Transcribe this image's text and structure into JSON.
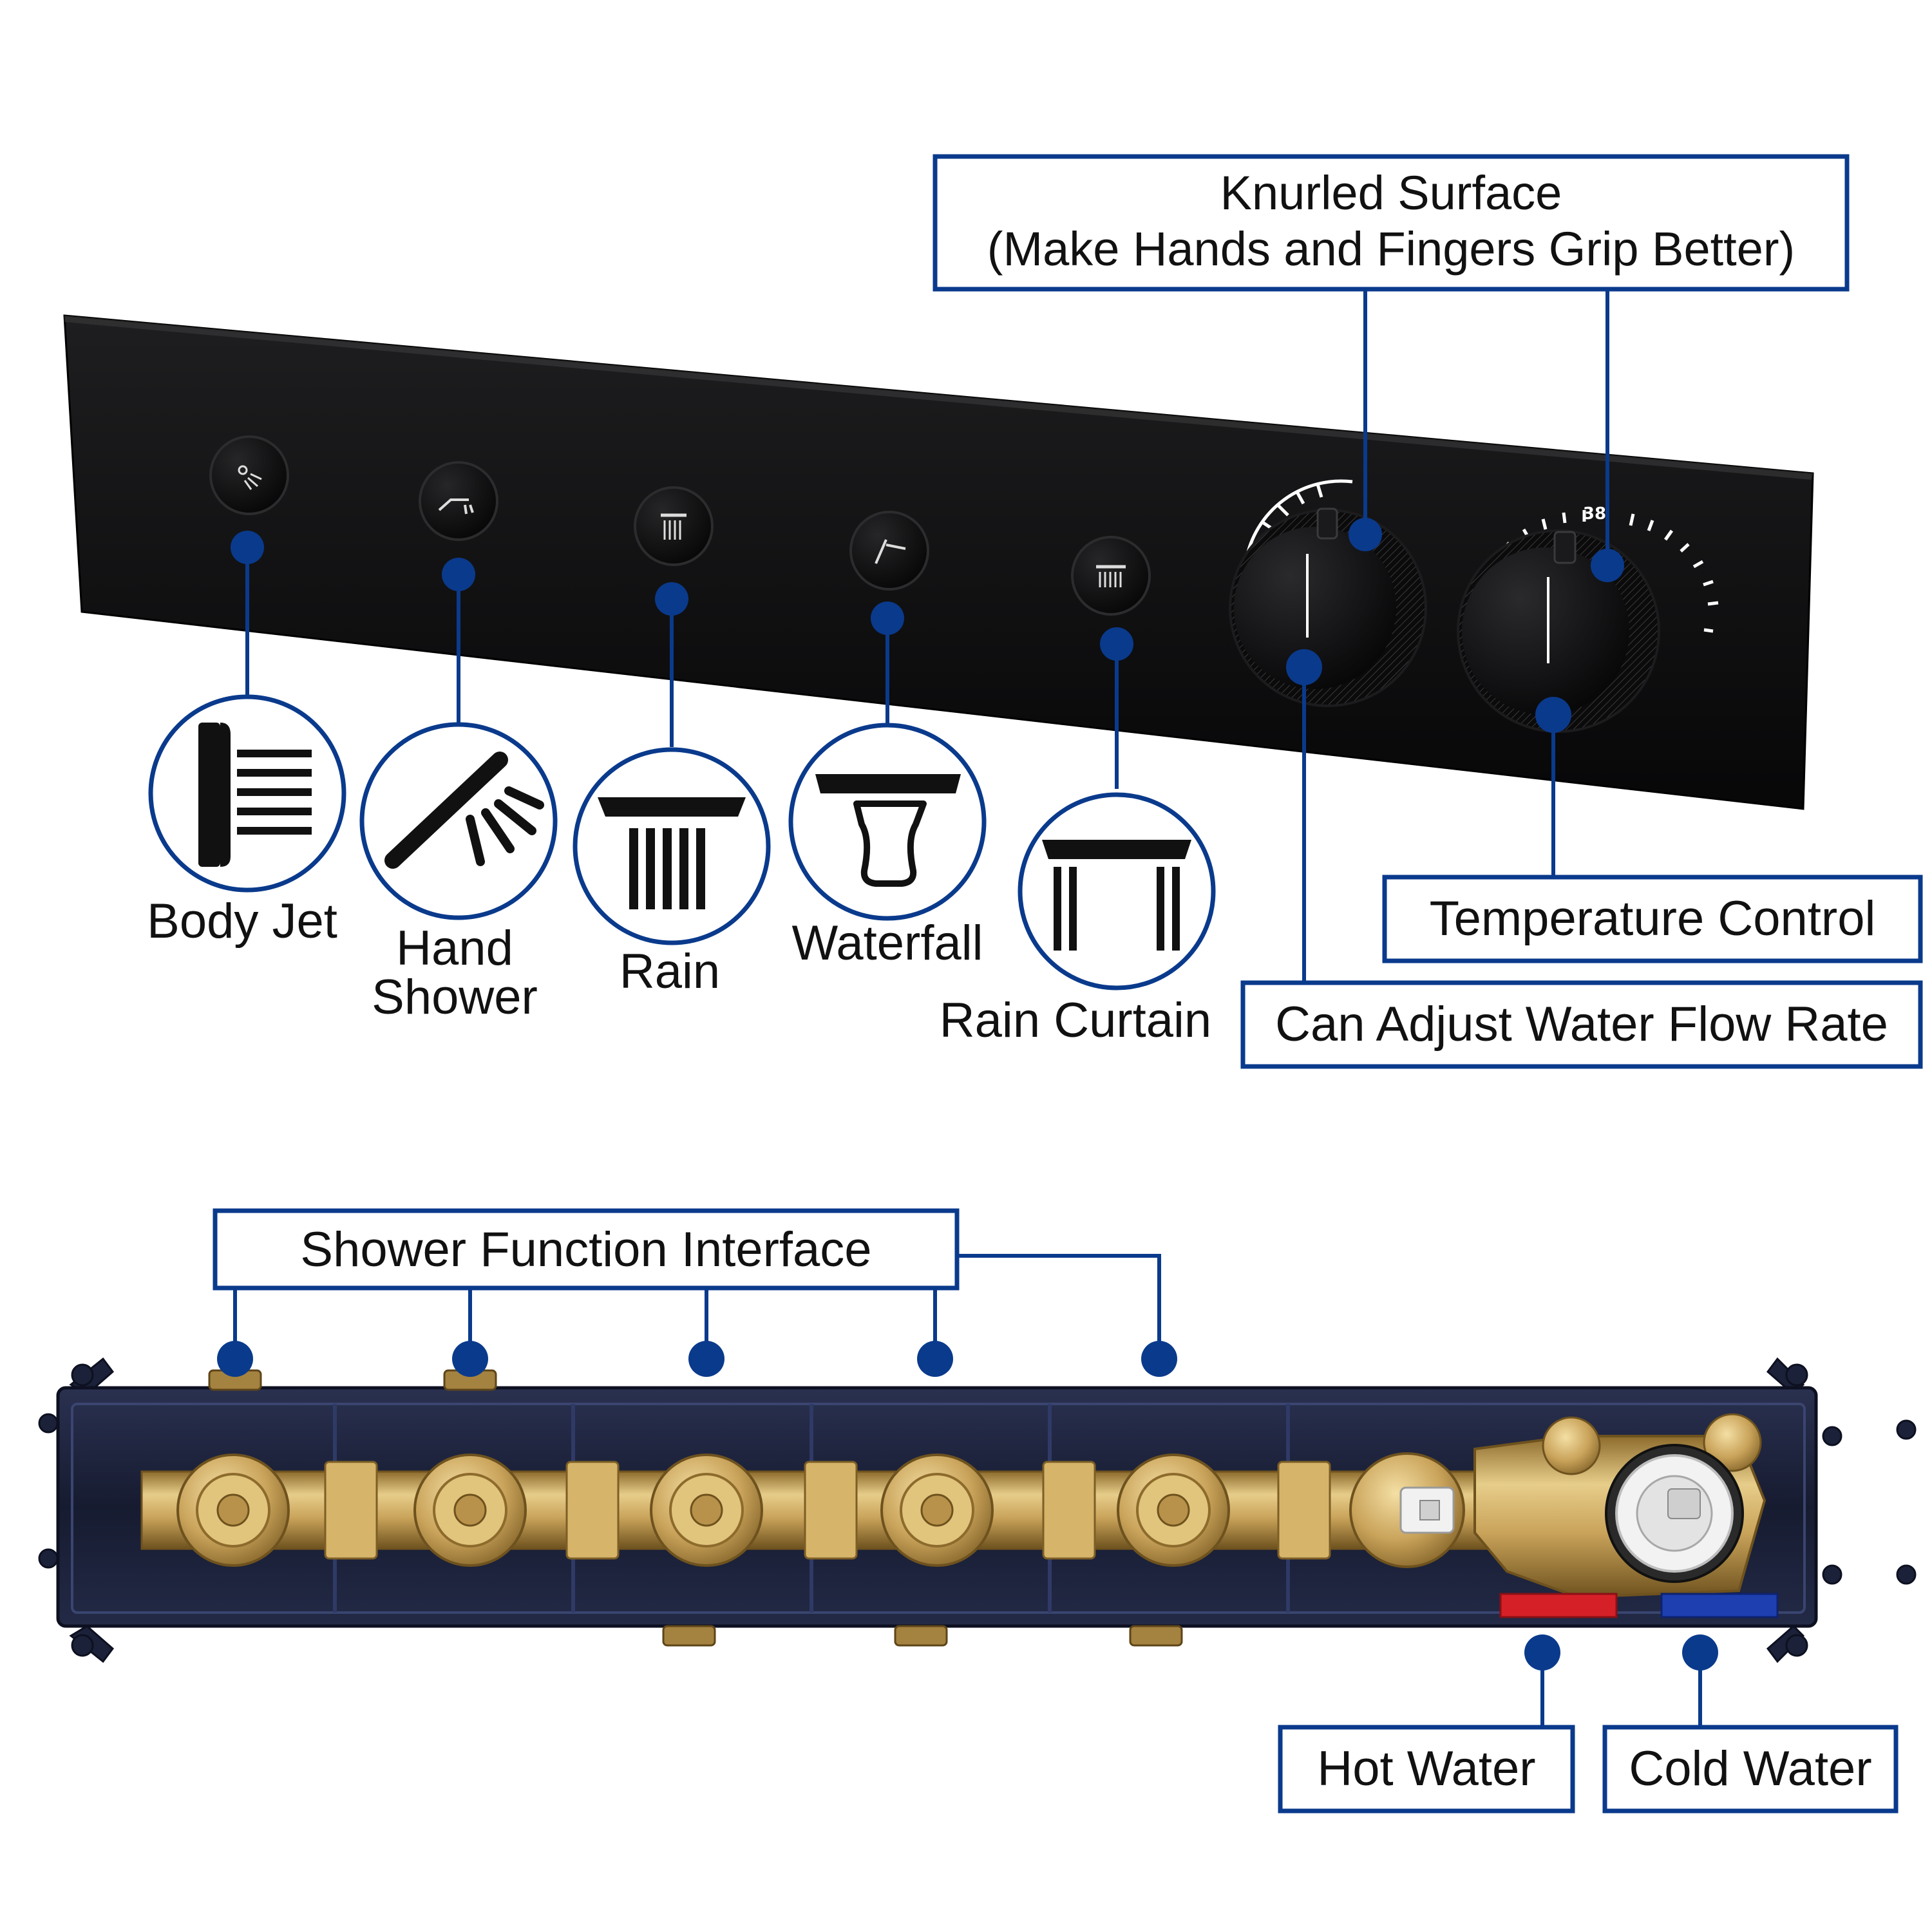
{
  "colors": {
    "callout_blue": "#0a3a8c",
    "panel_black": "#0e0e0f",
    "text_black": "#111111",
    "brass": "#c9a35a",
    "housing_navy": "#1b2138",
    "hot": "#d62028",
    "cold": "#1d3fb0"
  },
  "top_callout": {
    "line1": "Knurled Surface",
    "line2": "(Make Hands and Fingers Grip Better)"
  },
  "panel": {
    "dial_number": "38"
  },
  "functions": [
    {
      "id": "body-jet",
      "label_lines": [
        "Body Jet"
      ],
      "icon": "body-jet-icon",
      "button_icon": "body-jet-button-icon"
    },
    {
      "id": "hand-shower",
      "label_lines": [
        "Hand",
        "Shower"
      ],
      "icon": "hand-shower-icon",
      "button_icon": "hand-shower-button-icon"
    },
    {
      "id": "rain",
      "label_lines": [
        "Rain"
      ],
      "icon": "rain-icon",
      "button_icon": "rain-button-icon"
    },
    {
      "id": "waterfall",
      "label_lines": [
        "Waterfall"
      ],
      "icon": "waterfall-icon",
      "button_icon": "waterfall-button-icon"
    },
    {
      "id": "rain-curtain",
      "label_lines": [
        "Rain Curtain"
      ],
      "icon": "rain-curtain-icon",
      "button_icon": "rain-curtain-button-icon"
    }
  ],
  "right_callouts": {
    "temperature": "Temperature Control",
    "flow": "Can Adjust Water Flow Rate"
  },
  "bottom": {
    "interface_label": "Shower Function Interface",
    "hot_label": "Hot Water",
    "cold_label": "Cold Water"
  }
}
